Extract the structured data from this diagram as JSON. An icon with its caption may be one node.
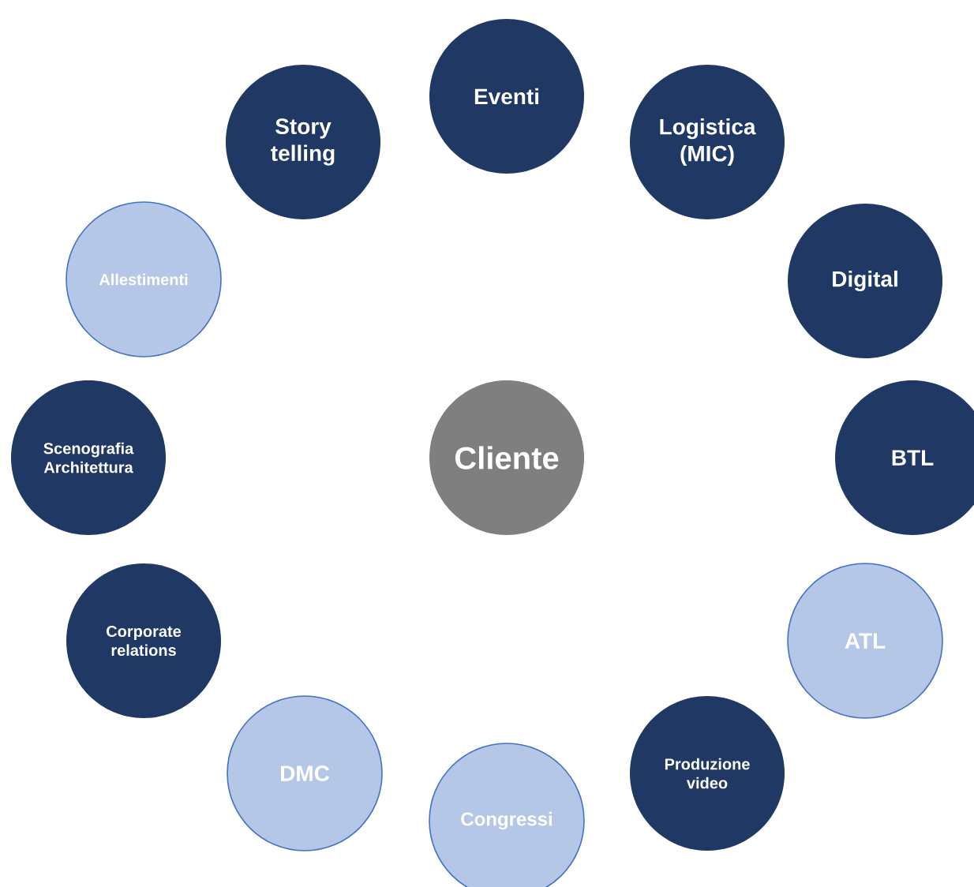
{
  "diagram": {
    "nodes": [
      {
        "text": [
          "Eventi"
        ]
      },
      {
        "text": [
          "Story telling"
        ]
      },
      {
        "text": [
          "Logistica (MIC)"
        ]
      },
      {
        "text": [
          "Allestimenti"
        ]
      },
      {
        "text": [
          "Digital"
        ]
      },
      {
        "text": [
          "Scenografia Architettura"
        ]
      },
      {
        "text": [
          "Cliente"
        ]
      },
      {
        "text": [
          "BTL"
        ]
      },
      {
        "text": [
          "Corporate relations"
        ]
      },
      {
        "text": [
          "ATL"
        ]
      },
      {
        "text": [
          "DMC"
        ]
      },
      {
        "text": [
          "Produzione video"
        ]
      },
      {
        "text": [
          "Congressi"
        ]
      }
    ]
  }
}
